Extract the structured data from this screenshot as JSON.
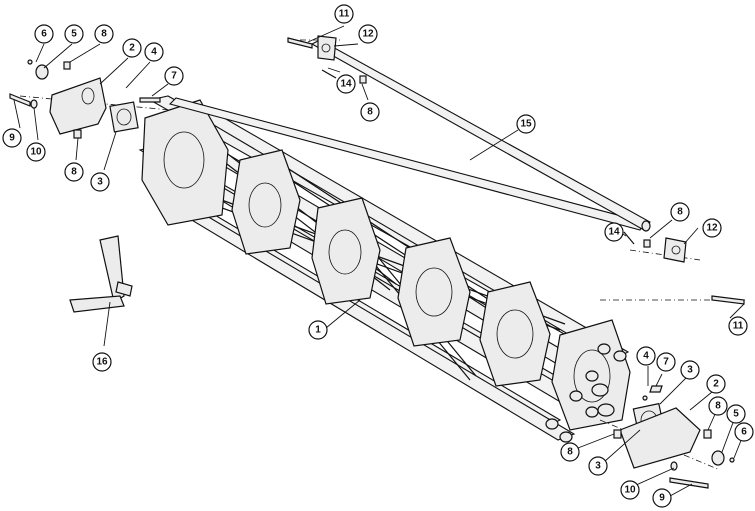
{
  "diagram": {
    "callouts": [
      {
        "id": "c6a",
        "label": "6"
      },
      {
        "id": "c5a",
        "label": "5"
      },
      {
        "id": "c8a",
        "label": "8"
      },
      {
        "id": "c2a",
        "label": "2"
      },
      {
        "id": "c4a",
        "label": "4"
      },
      {
        "id": "c7a",
        "label": "7"
      },
      {
        "id": "c9a",
        "label": "9"
      },
      {
        "id": "c10a",
        "label": "10"
      },
      {
        "id": "c8b",
        "label": "8"
      },
      {
        "id": "c3a",
        "label": "3"
      },
      {
        "id": "c11a",
        "label": "11"
      },
      {
        "id": "c12a",
        "label": "12"
      },
      {
        "id": "c14a",
        "label": "14"
      },
      {
        "id": "c8c",
        "label": "8"
      },
      {
        "id": "c15",
        "label": "15"
      },
      {
        "id": "c8d",
        "label": "8"
      },
      {
        "id": "c14b",
        "label": "14"
      },
      {
        "id": "c12b",
        "label": "12"
      },
      {
        "id": "c11b",
        "label": "11"
      },
      {
        "id": "c16",
        "label": "16"
      },
      {
        "id": "c1",
        "label": "1"
      },
      {
        "id": "c4b",
        "label": "4"
      },
      {
        "id": "c7b",
        "label": "7"
      },
      {
        "id": "c3b",
        "label": "3"
      },
      {
        "id": "c2b",
        "label": "2"
      },
      {
        "id": "c8e",
        "label": "8"
      },
      {
        "id": "c5b",
        "label": "5"
      },
      {
        "id": "c6b",
        "label": "6"
      },
      {
        "id": "c8f",
        "label": "8"
      },
      {
        "id": "c3c",
        "label": "3"
      },
      {
        "id": "c10b",
        "label": "10"
      },
      {
        "id": "c9b",
        "label": "9"
      }
    ]
  }
}
